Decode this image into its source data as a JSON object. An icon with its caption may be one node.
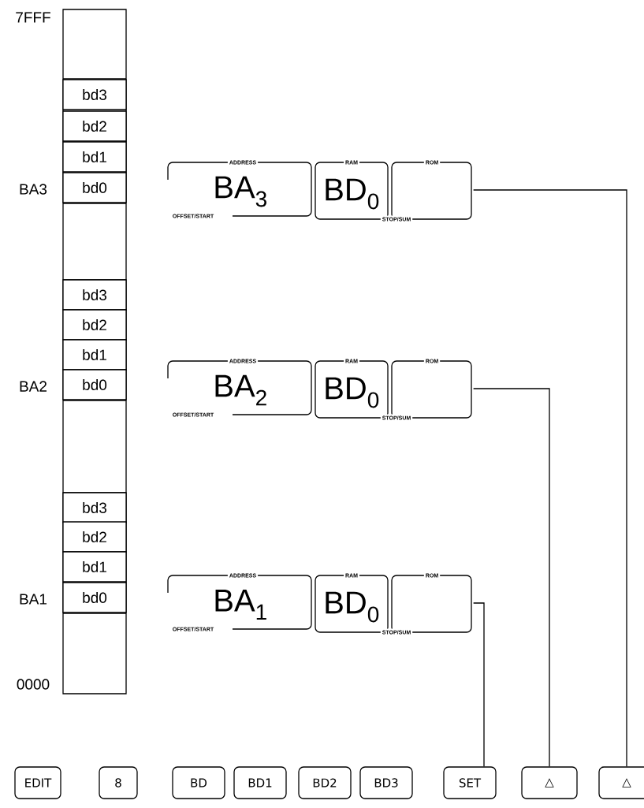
{
  "diagram": {
    "nodes": [
      {
        "text": [
          "bd3"
        ]
      },
      {
        "text": [
          "bd2"
        ]
      },
      {
        "text": [
          "bd1"
        ]
      },
      {
        "text": [
          "bd0"
        ]
      },
      {
        "text": [
          "bd3"
        ]
      },
      {
        "text": [
          "bd2"
        ]
      },
      {
        "text": [
          "bd1"
        ]
      },
      {
        "text": [
          "bd0"
        ]
      },
      {
        "text": [
          "bd3"
        ]
      },
      {
        "text": [
          "bd2"
        ]
      },
      {
        "text": [
          "bd1"
        ]
      },
      {
        "text": [
          "bd0"
        ]
      },
      {
        "text": [
          "ADDRESS",
          "BA$_{3}$",
          "OFFSET/START",
          "RAM",
          "BD$_{0}$",
          "ROM",
          "STOP/SUM"
        ]
      },
      {
        "text": [
          "ADDRESS",
          "BA$_{2}$",
          "OFFSET/START",
          "RAM",
          "BD$_{0}$",
          "ROM",
          "STOP/SUM"
        ]
      },
      {
        "text": [
          "ADDRESS",
          "BA$_{1}$",
          "OFFSET/START",
          "RAM",
          "BD$_{0}$",
          "ROM",
          "STOP/SUM"
        ]
      },
      {
        "text": [
          "EDIT"
        ]
      },
      {
        "text": [
          "8"
        ]
      },
      {
        "text": [
          "BD"
        ]
      },
      {
        "text": [
          "BD1"
        ]
      },
      {
        "text": [
          "BD2"
        ]
      },
      {
        "text": [
          "BD3"
        ]
      },
      {
        "text": [
          "SET"
        ]
      },
      {
        "text": [
          "△"
        ]
      },
      {
        "text": [
          "△"
        ]
      }
    ],
    "edges": [
      {
        "from": 14,
        "to": 21,
        "arrow": "none"
      },
      {
        "from": 13,
        "to": 22,
        "arrow": "none"
      },
      {
        "from": 12,
        "to": 23,
        "arrow": "none"
      }
    ],
    "labels": [
      "7FFF",
      "BA3",
      "BA2",
      "BA1",
      "0000"
    ]
  }
}
